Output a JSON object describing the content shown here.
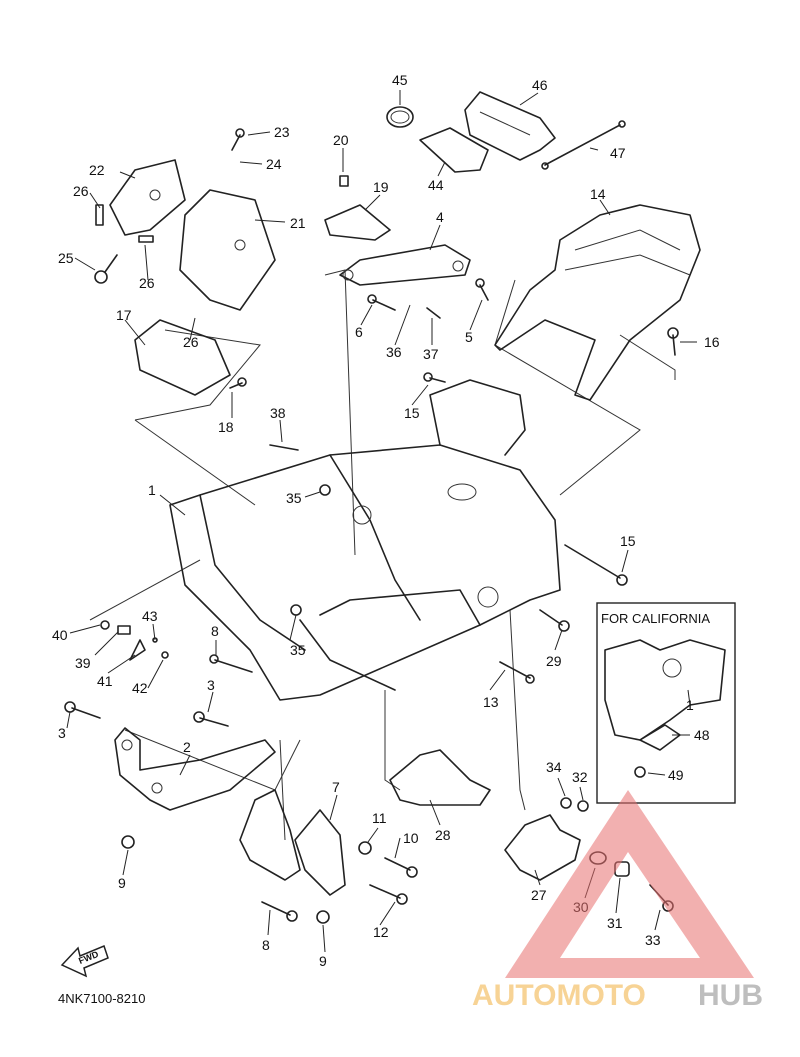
{
  "diagram": {
    "callouts": [
      "1",
      "2",
      "3",
      "4",
      "5",
      "6",
      "7",
      "8",
      "9",
      "10",
      "11",
      "12",
      "13",
      "14",
      "15",
      "16",
      "17",
      "18",
      "19",
      "20",
      "21",
      "22",
      "23",
      "24",
      "25",
      "26",
      "27",
      "28",
      "29",
      "30",
      "31",
      "32",
      "33",
      "34",
      "35",
      "36",
      "37",
      "38",
      "39",
      "40",
      "41",
      "42",
      "43",
      "44",
      "45",
      "46",
      "47",
      "48",
      "49"
    ],
    "inset_title": "FOR CALIFORNIA",
    "fwd_label": "FWD",
    "drawing_code": "4NK7100-8210"
  },
  "watermark": {
    "brand_left": "AUTOMOTO",
    "brand_right": "HUB",
    "colors": {
      "triangle": "#e8706f",
      "brand_left": "#f2b040",
      "brand_right": "#8a8a8a"
    }
  }
}
